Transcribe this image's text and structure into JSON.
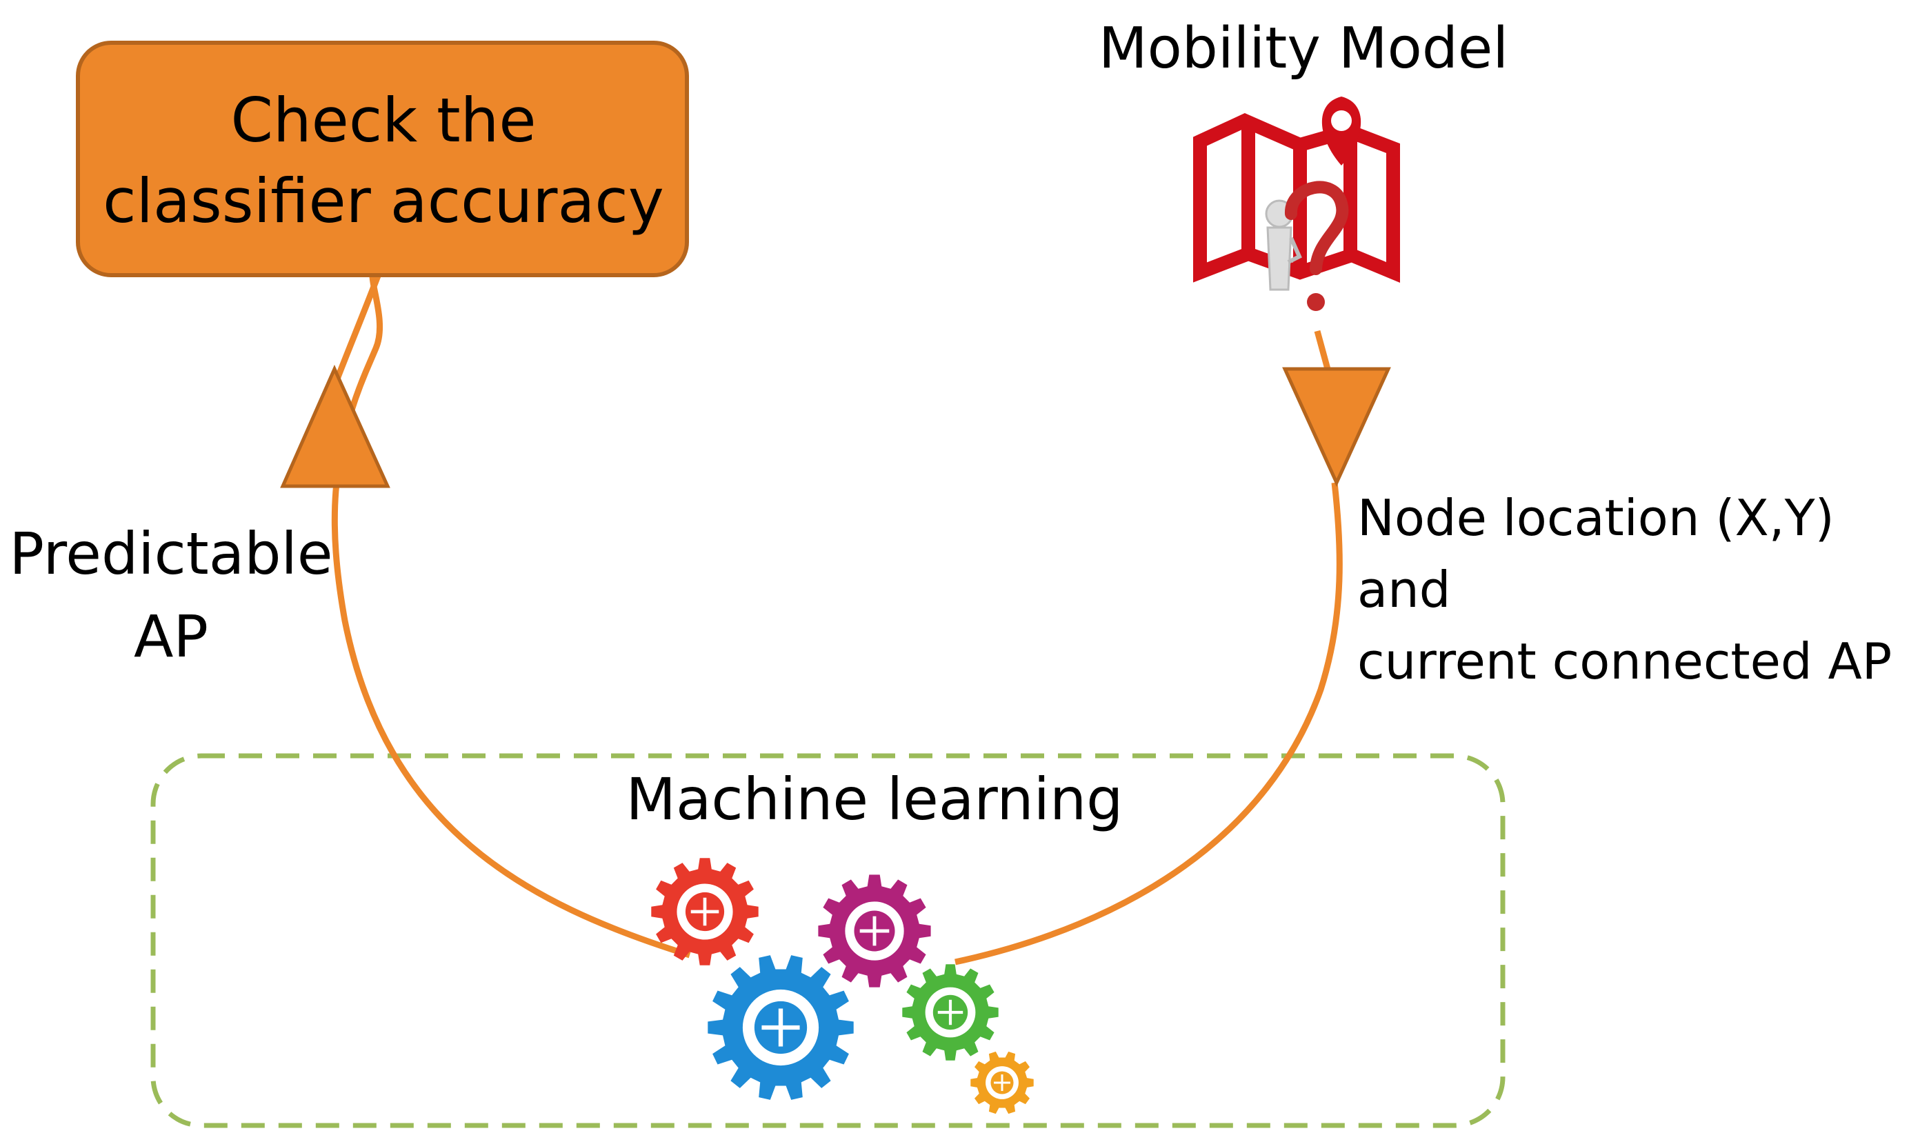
{
  "colors": {
    "accent": "#ED872A",
    "accent_border": "#B5651D",
    "ml_border": "#9BBB59",
    "map_red": "#D10F19",
    "text": "#000000",
    "gear_red": "#E8392B",
    "gear_blue": "#1E8BD6",
    "gear_magenta": "#B0227A",
    "gear_green": "#4DB53C",
    "gear_yellow": "#F2A01E"
  },
  "nodes": {
    "classifier_box": {
      "line1": "Check the",
      "line2": "classifier accuracy"
    },
    "mobility_model": {
      "title": "Mobility Model",
      "icon": "map-pin-person-question-icon"
    },
    "machine_learning": {
      "title": "Machine learning",
      "icon": "gears-icon"
    }
  },
  "edges": {
    "input_label": {
      "line1": "Node location (X,Y)",
      "line2": "and",
      "line3": "current connected AP"
    },
    "output_label": {
      "line1": "Predictable",
      "line2": "AP"
    }
  }
}
